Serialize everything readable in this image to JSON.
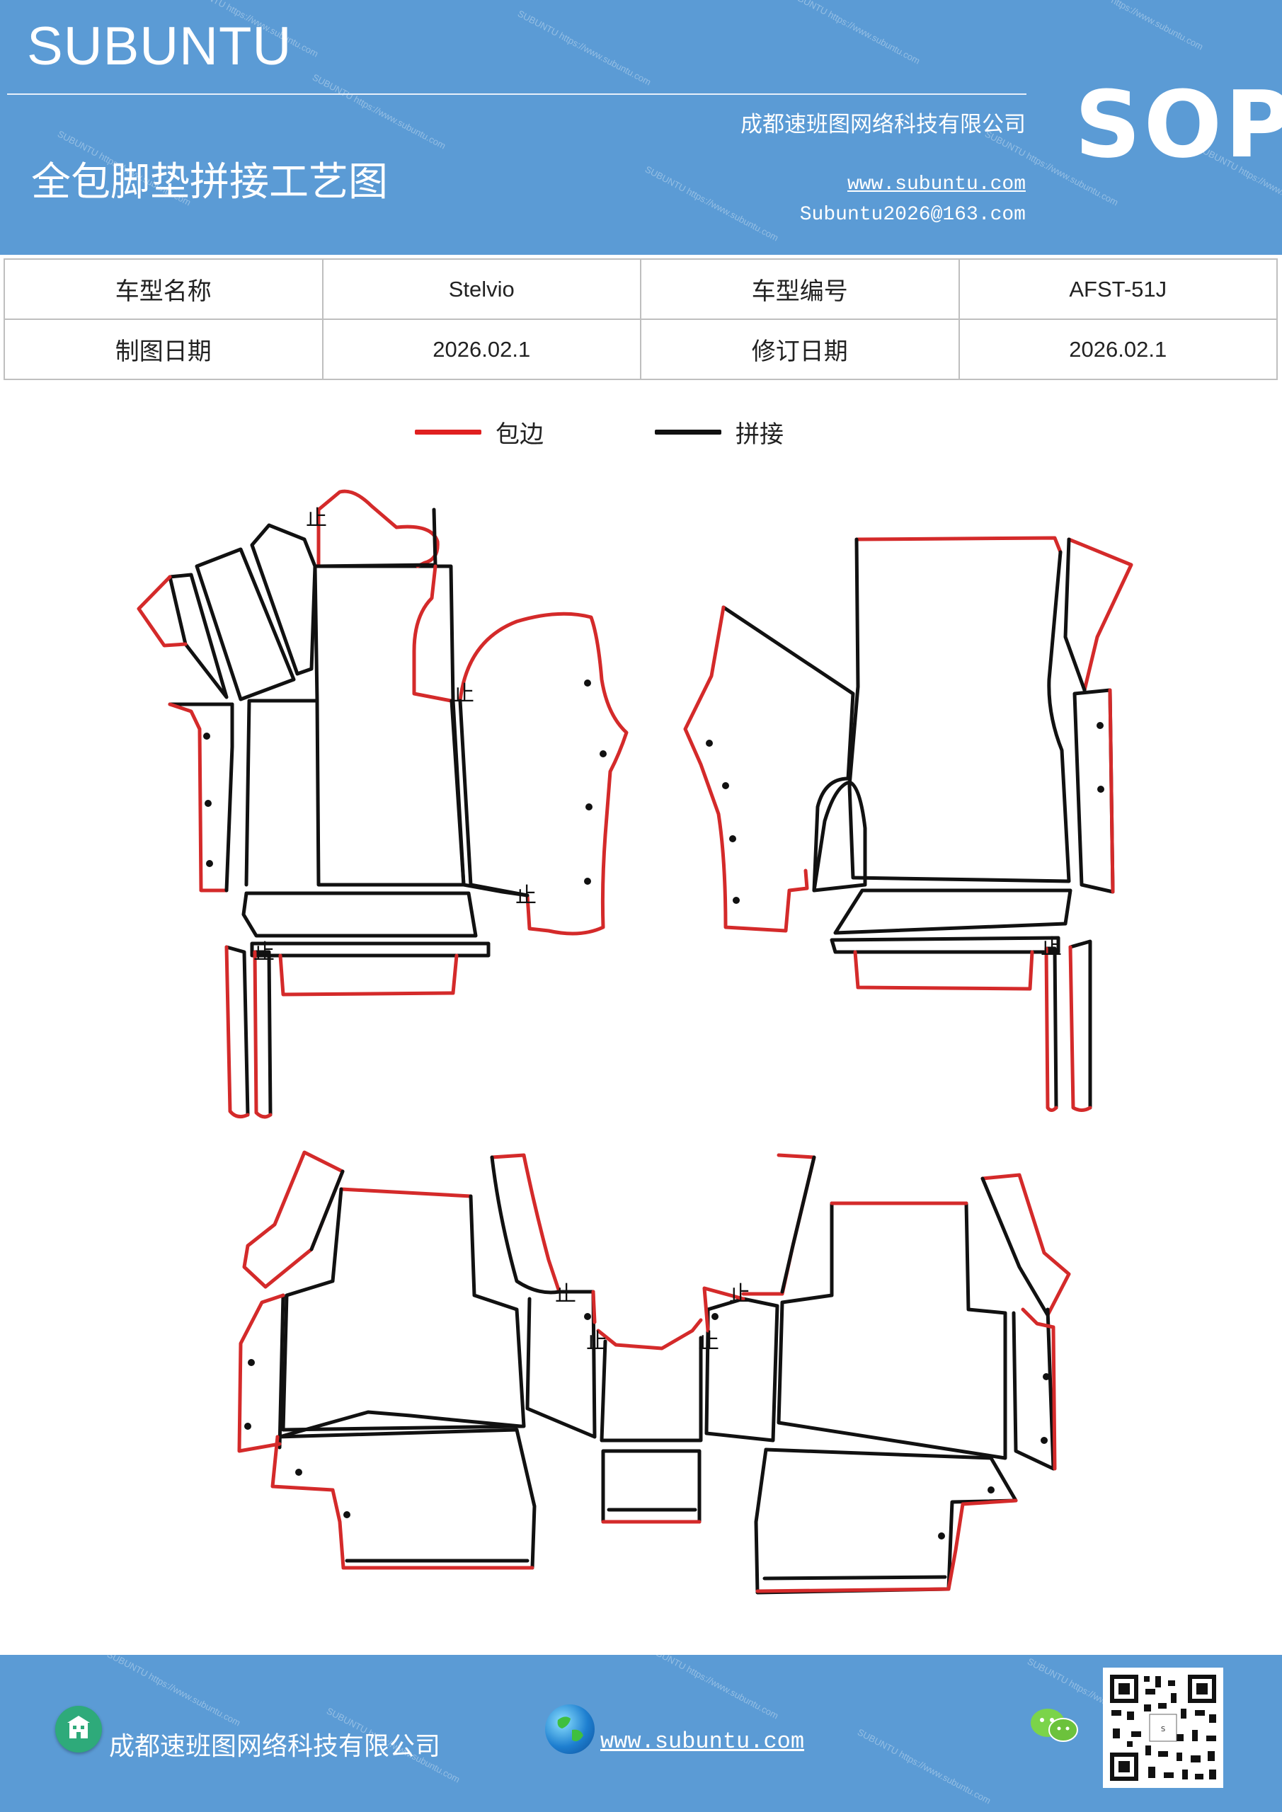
{
  "header": {
    "brand": "SUBUNTU",
    "sop": "SOP",
    "company": "成都速班图网络科技有限公司",
    "title": "全包脚垫拼接工艺图",
    "website": "www.subuntu.com",
    "email": "Subuntu2026@163.com"
  },
  "info_table": {
    "rows": [
      [
        "车型名称",
        "Stelvio",
        "车型编号",
        "AFST-51J"
      ],
      [
        "制图日期",
        "2026.02.1",
        "修订日期",
        "2026.02.1"
      ]
    ]
  },
  "legend": {
    "items": [
      {
        "label": "包边",
        "color": "#e02020"
      },
      {
        "label": "拼接",
        "color": "#111111"
      }
    ]
  },
  "diagram": {
    "joint_mark": "止",
    "colors": {
      "edge": "#d42a2a",
      "seam": "#111111"
    }
  },
  "footer": {
    "company": "成都速班图网络科技有限公司",
    "website": "www.subuntu.com ",
    "icons": [
      "building-icon",
      "globe-icon",
      "wechat-icon",
      "qr-code"
    ]
  },
  "colors": {
    "theme_blue": "#5b9bd5"
  }
}
